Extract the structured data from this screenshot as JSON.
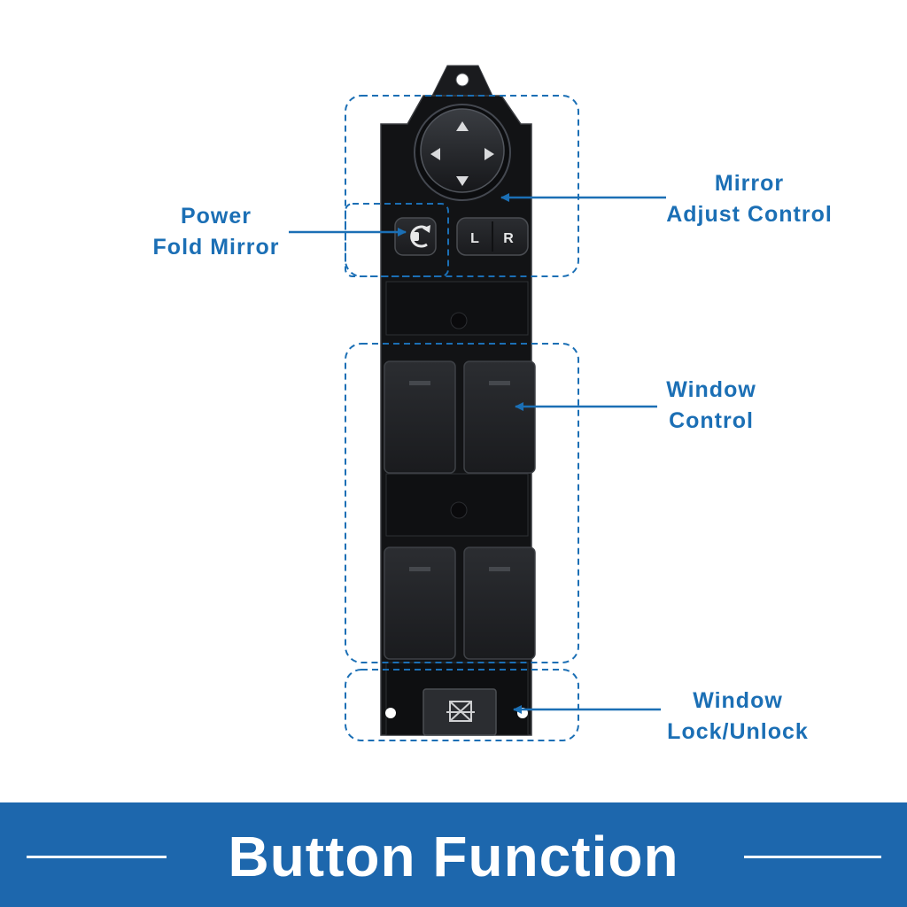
{
  "callouts": {
    "mirror_adjust": [
      "Mirror",
      "Adjust Control"
    ],
    "power_fold": [
      "Power",
      "Fold Mirror"
    ],
    "window_control": [
      "Window",
      "Control"
    ],
    "window_lock": [
      "Window",
      "Lock/Unlock"
    ]
  },
  "switch": {
    "mirror_buttons": {
      "left": "L",
      "right": "R"
    }
  },
  "banner": {
    "title": "Button Function"
  },
  "colors": {
    "accent": "#1b6fb5",
    "banner": "#1d67ad",
    "switch_body": "#121315",
    "button": "#202226"
  },
  "icons": {
    "mirror_joystick": "four-direction-arrows-icon",
    "power_fold": "rotate-mirror-icon",
    "window_lock": "window-lock-icon"
  }
}
